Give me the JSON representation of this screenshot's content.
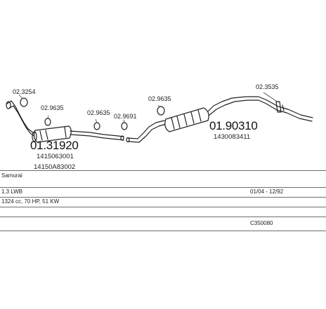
{
  "diagram_labels": {
    "front_clamp": "02.3254",
    "mid_clamp_1": "02.9635",
    "front_part_no": "01.31920",
    "front_oem_1": "1415063001",
    "front_oem_2": "14150A83002",
    "mid_clamp_2": "02.9635",
    "gasket": "02.9691",
    "rear_clamp_1": "02.9635",
    "rear_part_no": "01.90310",
    "rear_oem": "1430083411",
    "rear_clamp_2": "02.3535"
  },
  "table": {
    "model": "Samurai",
    "engine": "1.3 LWB",
    "years": "01/04 - 12/92",
    "specs": "1324 cc, 70 HP, 51 KW",
    "code": "C350080"
  },
  "colors": {
    "line": "#222222",
    "rule": "#6d6d6d"
  }
}
